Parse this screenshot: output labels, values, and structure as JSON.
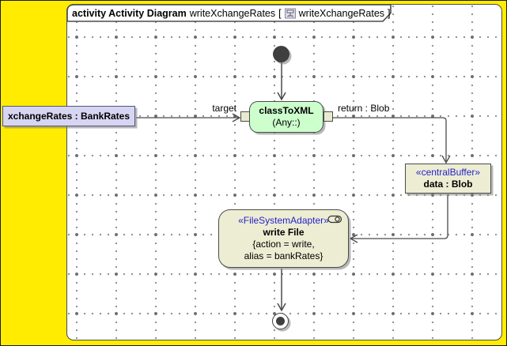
{
  "frame": {
    "heading_kind": "activity Activity Diagram",
    "heading_name": "writeXchangeRates",
    "heading_bracket_open": "[",
    "heading_diagram_name": "writeXchangeRates",
    "heading_bracket_close": "]"
  },
  "edges": {
    "target_pin_label": "target",
    "return_pin_label": "return : Blob"
  },
  "nodes": {
    "object_node_label": "xchangeRates : BankRates",
    "class_to_xml": {
      "name": "classToXML",
      "behavior": "(Any::)"
    },
    "central_buffer": {
      "stereotype": "«centralBuffer»",
      "name": "data : Blob"
    },
    "write_file": {
      "stereotype": "«FileSystemAdapter»",
      "name": "write File",
      "tags_line1": "{action = write,",
      "tags_line2": "alias = bankRates}"
    }
  },
  "colors": {
    "canvas_yellow": "#ffec00",
    "action_green": "#ccffcc",
    "node_tan": "#ededd3",
    "object_lavender": "#d6d6f2",
    "stereotype_blue": "#2222cc",
    "edge_gray": "#4a4a4a"
  }
}
